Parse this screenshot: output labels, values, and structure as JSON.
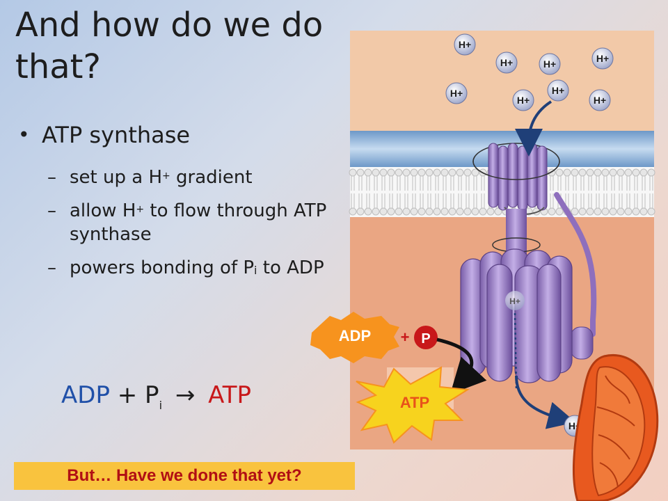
{
  "slide": {
    "title": "And how do we do that?",
    "bullet_main": "ATP synthase",
    "sub_bullets": [
      {
        "pre": "set up a H",
        "sup": "+",
        "post": " gradient"
      },
      {
        "pre": "allow H",
        "sup": "+",
        "post": " to flow through ATP synthase"
      },
      {
        "pre": "powers bonding of P",
        "sub": "i",
        "post": " to ADP"
      }
    ],
    "equation": {
      "adp": "ADP",
      "plus": "+ P",
      "sub": "i",
      "arrow": "→",
      "atp": "ATP"
    },
    "question": "But… Have we done that yet?"
  },
  "figure": {
    "proton": "H+",
    "adp_label": "ADP",
    "plus_label": "+",
    "p_label": "P",
    "atp_label": "ATP",
    "colors": {
      "intermembrane": "#f2c9a8",
      "matrix": "#eaa683",
      "membrane": "#9bbde0",
      "synthase": "#a083c8",
      "adp_burst": "#f7931e",
      "atp_burst": "#f7d31e",
      "p_circle": "#c8181a",
      "mitochondrion": "#e8591f"
    }
  }
}
